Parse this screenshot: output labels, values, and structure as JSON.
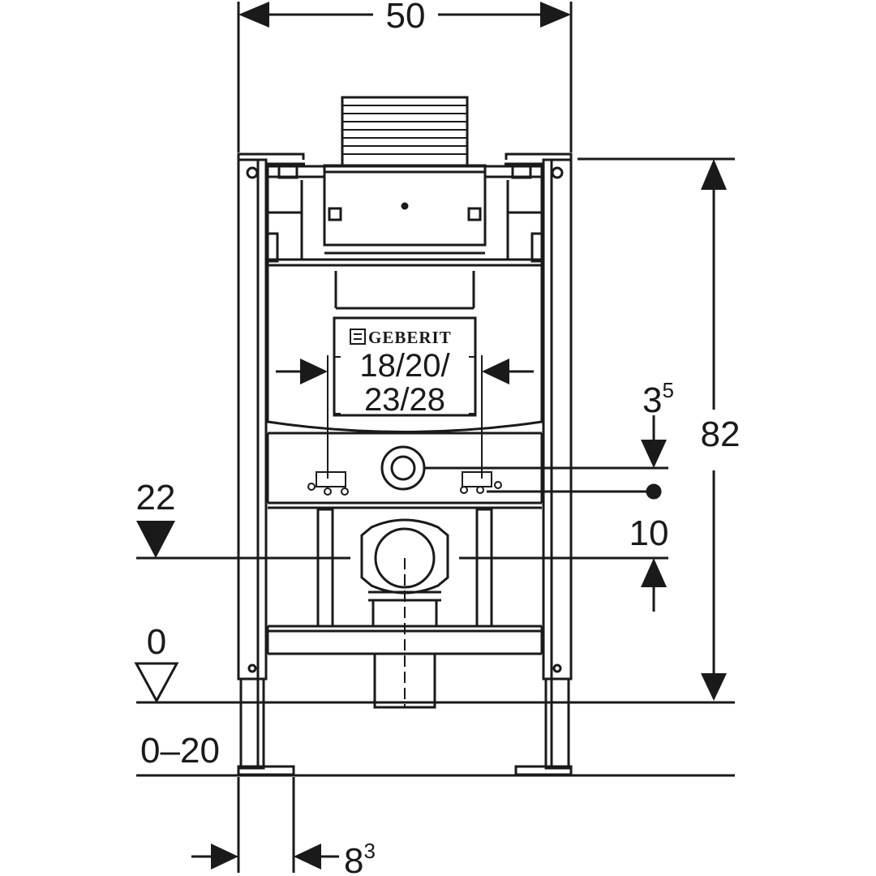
{
  "brand": {
    "name": "GEBERIT"
  },
  "dimensions": {
    "width": "50",
    "height": "82",
    "flush_offset_base": "3",
    "flush_offset_sup": "5",
    "supply_height": "10",
    "drain_height": "22",
    "floor_level": "0",
    "adjust_range": "0–20",
    "foot_width_base": "8",
    "foot_width_sup": "3",
    "plate_spacing_line1": "18/20/",
    "plate_spacing_line2": "23/28"
  },
  "style": {
    "line_color": "#1a1a1a",
    "background": "#ffffff"
  }
}
